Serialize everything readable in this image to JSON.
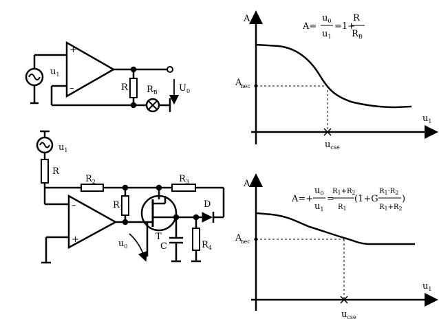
{
  "top_circuit": {
    "source_label": "u",
    "source_sub": "1",
    "resistor_label": "R",
    "lamp_label": "R",
    "lamp_sub": "B",
    "output_label": "U",
    "output_sub": "0",
    "opamp_plus": "+",
    "opamp_minus": "–"
  },
  "bottom_circuit": {
    "source_label": "u",
    "source_sub": "1",
    "r_label": "R",
    "r2_label": "R",
    "r2_sub": "2",
    "r3_label": "R",
    "r3_sub": "3",
    "r1_label": "R",
    "r1_sub": "1",
    "diode_label": "D",
    "transistor_label": "T",
    "capacitor_label": "C",
    "r4_label": "R",
    "r4_sub": "4",
    "output_label": "u",
    "output_sub": "0",
    "opamp_plus": "+",
    "opamp_minus": "–"
  },
  "graph_top": {
    "y_axis_label": "A",
    "x_axis_label": "u",
    "x_axis_sub": "1",
    "ref_label": "A",
    "ref_sub": "nec",
    "x_mark_label": "u",
    "x_mark_sub": "cse",
    "formula": {
      "lhs": "A=",
      "num": "u",
      "num_sub": "0",
      "den": "u",
      "den_sub": "1",
      "mid": "=1+",
      "r_num": "R",
      "r_den": "R",
      "r_den_sub": "B"
    }
  },
  "graph_bottom": {
    "y_axis_label": "A",
    "x_axis_label": "u",
    "x_axis_sub": "1",
    "ref_label": "A",
    "ref_sub": "nec",
    "x_mark_label": "u",
    "x_mark_sub": "cse",
    "formula": {
      "lhs": "A=+",
      "num": "u",
      "num_sub": "0",
      "den": "u",
      "den_sub": "1",
      "eq": "=",
      "frac1_num": "R",
      "frac1_num_sub": "1",
      "frac1_num_plus": "+R",
      "frac1_num_sub2": "2",
      "frac1_den": "R",
      "frac1_den_sub": "1",
      "paren": "(1+G",
      "frac2_num": "R",
      "frac2_num_sub": "1",
      "frac2_num_plus": "·R",
      "frac2_num_sub2": "2",
      "frac2_den": "R",
      "frac2_den_sub": "1",
      "frac2_den_plus": "+R",
      "frac2_den_sub2": "2",
      "close": ")"
    }
  }
}
